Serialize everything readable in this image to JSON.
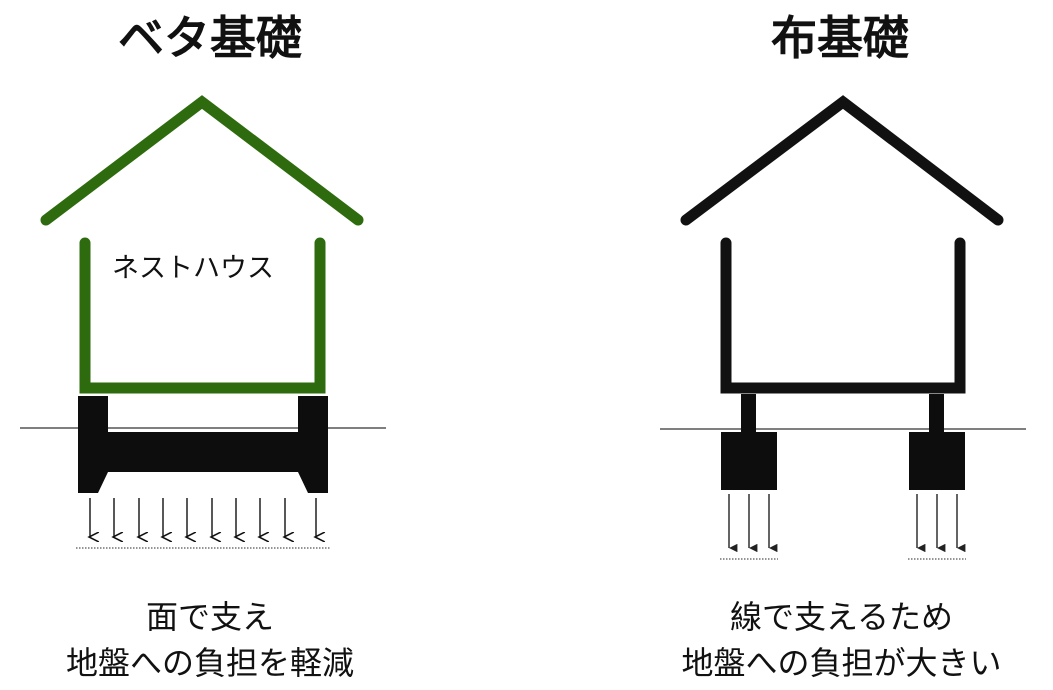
{
  "left": {
    "title": "ベタ基礎",
    "house_label": "ネストハウス",
    "caption_line1": "面で支え",
    "caption_line2": "地盤への負担を軽減",
    "house_color": "#2e6b0e"
  },
  "right": {
    "title": "布基礎",
    "caption_line1": "線で支えるため",
    "caption_line2": "地盤への負担が大きい",
    "house_color": "#111111"
  }
}
